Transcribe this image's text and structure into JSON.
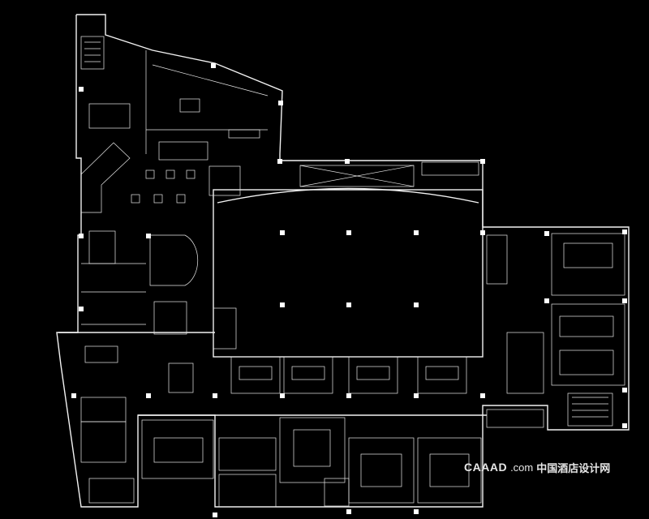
{
  "image": {
    "background_color": "#000000",
    "line_color": "#f2f2f2"
  },
  "watermark": {
    "brand": "CAAAD",
    "domain": ".com",
    "chinese_title": "中国酒店设计网"
  }
}
